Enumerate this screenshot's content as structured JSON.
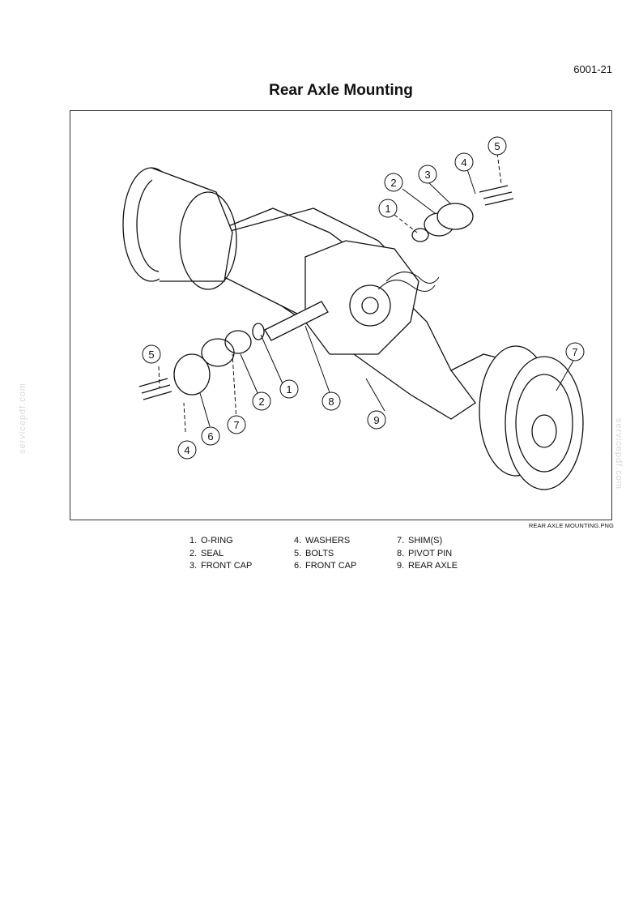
{
  "page_number": "6001-21",
  "title": "Rear Axle Mounting",
  "figure_caption": "REAR AXLE MOUNTING.PNG",
  "callouts": [
    "1",
    "2",
    "3",
    "4",
    "5",
    "7",
    "1",
    "2",
    "4",
    "5",
    "6",
    "7",
    "8",
    "9"
  ],
  "legend": [
    [
      {
        "num": "1.",
        "label": "O-RING"
      },
      {
        "num": "2.",
        "label": "SEAL"
      },
      {
        "num": "3.",
        "label": "FRONT CAP"
      }
    ],
    [
      {
        "num": "4.",
        "label": "WASHERS"
      },
      {
        "num": "5.",
        "label": "BOLTS"
      },
      {
        "num": "6.",
        "label": "FRONT CAP"
      }
    ],
    [
      {
        "num": "7.",
        "label": "SHIM(S)"
      },
      {
        "num": "8.",
        "label": "PIVOT PIN"
      },
      {
        "num": "9.",
        "label": "REAR AXLE"
      }
    ]
  ],
  "watermark": "servicepdf.com"
}
